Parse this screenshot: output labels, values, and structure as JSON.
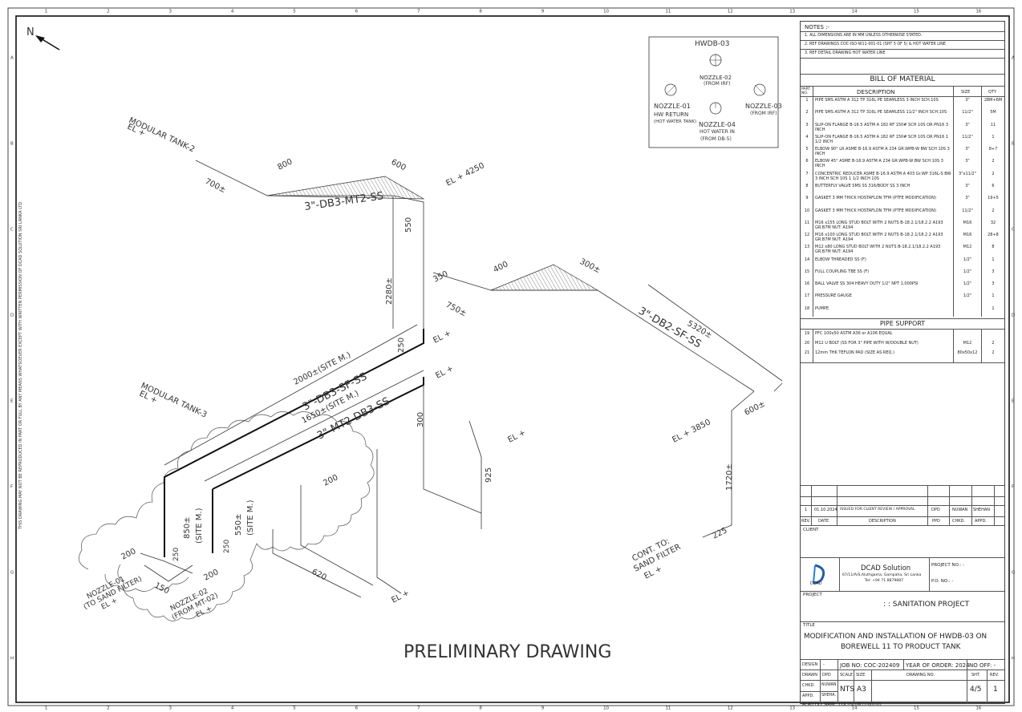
{
  "north": {
    "label": "N"
  },
  "grid": {
    "cols": [
      "1",
      "2",
      "3",
      "4",
      "5",
      "6",
      "7",
      "8",
      "9",
      "10",
      "11",
      "12",
      "13",
      "14",
      "15",
      "16"
    ],
    "rows": [
      "A",
      "B",
      "C",
      "D",
      "E",
      "F",
      "G",
      "H"
    ]
  },
  "side_note": "THIS DRAWING MAY NOT BE REPRODUCED IN PART OR FULL BY ANY MEANS WHATSOEVER EXCEPT WITH WRITTEN PERMISSION OF DCAD SOLUTION SRI LANKA LTD.",
  "hwdb": {
    "title": "HWDB-03",
    "n01": [
      "NOZZLE-01",
      "HW RETURN",
      "(HOT WATER TANK)"
    ],
    "n02": [
      "NOZZLE-02",
      "(FROM IRF)"
    ],
    "n03": [
      "NOZZLE-03",
      "(FROM IRF)"
    ],
    "n04": [
      "NOZZLE-04",
      "HOT WATER IN",
      "(FROM DB-5)"
    ]
  },
  "drawing": {
    "pipe1": "3\"-DB3-MT2-SS",
    "pipe2": "3\"-DB3-SF-SS",
    "pipe3": "3\"-MT2-DB3-SS",
    "pipe4": "3\"-DB2-SF-SS",
    "tank2": "MODULAR TANK-2",
    "tank3": "MODULAR TANK-3",
    "el_plus": "EL +",
    "el4250": "EL + 4250",
    "el3850": "EL + 3850",
    "noz1": [
      "NOZZLE-01",
      "(TO SAND FILTER)",
      "EL +"
    ],
    "noz2": [
      "NOZZLE-02",
      "(FROM MT-02)",
      "EL +"
    ],
    "cont": [
      "CONT. TO:",
      "SAND FILTER",
      "EL +"
    ],
    "dims": {
      "d800": "800",
      "d600a": "600",
      "d700": "700±",
      "d550": "550",
      "d2280": "2280±",
      "d400": "400",
      "d300": "300±",
      "d350": "350",
      "d750": "750±",
      "d5320": "5320±",
      "d250a": "250",
      "d2000": "2000±(SITE M.)",
      "d1650": "1650±(SITE M.)",
      "d300b": "300",
      "d925": "925",
      "d600b": "600±",
      "d1720": "1720±",
      "d225": "225",
      "d620": "620",
      "d200a": "200",
      "d150": "150",
      "d250b": "250",
      "d850": "850±",
      "siteM1": "(SITE M.)",
      "d250c": "250",
      "d550b": "550±",
      "siteM2": "(SITE M.)",
      "d200b": "200",
      "d200c": "200"
    },
    "preliminary": "PRELIMINARY DRAWING"
  },
  "notes": {
    "title": "NOTES :-",
    "items": [
      "1. ALL DIMENSIONS ARE IN MM UNLESS OTHERWISE STATED.",
      "2. REF DRAWINGS COC-ISO-W11-001-01 (SHT 5 OF 5) & HOT WATER LINE",
      "3. REF DETAIL DRAWING HOT WATER LINE"
    ]
  },
  "bom": {
    "title": "BILL OF MATERIAL",
    "headers": [
      "PART NO.",
      "DESCRIPTION",
      "SIZE",
      "QTY"
    ],
    "rows": [
      [
        "1",
        "PIPE SMS ASTM A 312 TP 316L PE SEAMLESS 3 INCH SCH.10S",
        "3\"",
        "28M+6M"
      ],
      [
        "2",
        "PIPE SMS ASTM A 312 TP 316L PE SEAMLESS 11/2\" INCH SCH.10S",
        "11/2\"",
        "5M"
      ],
      [
        "3",
        "SLIP-ON FLANGE B-16.5 ASTM A 182 RF 150# SCH 10S OR PN16 3 INCH",
        "3\"",
        "11"
      ],
      [
        "4",
        "SLIP-ON FLANGE B-16.5 ASTM A 182 RF 150# SCH 10S OR PN16 1 1/2 INCH",
        "11/2\"",
        "1"
      ],
      [
        "5",
        "ELBOW 90° LR ASME B-16.9 ASTM A 234 GR.WPB-W BW SCH 10S 3 INCH",
        "3\"",
        "8+7"
      ],
      [
        "6",
        "ELBOW 45° ASME B-16.9 ASTM A 234 GR.WPB-W BW SCH 10S 3 INCH",
        "3\"",
        "2"
      ],
      [
        "7",
        "CONCENTRIC REDUCER ASME B-16.9 ASTM A 403 Gr.WP 316L-S BW 3 INCH SCH 10S 1 1/2 INCH 10S",
        "3\"x11/2\"",
        "2"
      ],
      [
        "8",
        "BUTTERFLY VALVE SMS SS 316/BODY SS 3 INCH",
        "3\"",
        "6"
      ],
      [
        "9",
        "GASKET 3 MM THICK HOSTAFLON TFM (PTFE MODIFICATION)",
        "3\"",
        "19+5"
      ],
      [
        "10",
        "GASKET 3 MM THICK HOSTAFLON TFM (PTFE MODIFICATION)",
        "11/2\"",
        "2"
      ],
      [
        "11",
        "M16 x155 LONG STUD BOLT WITH 2 NUTS B-18.2.1/18.2.2 A193 GR.B7M NUT: A194",
        "M16",
        "32"
      ],
      [
        "12",
        "M16 x100 LONG STUD BOLT WITH 2 NUTS B-18.2.1/18.2.2 A193 GR.B7M NUT: A194",
        "M16",
        "28+8"
      ],
      [
        "13",
        "M12 x80 LONG STUD BOLT WITH 2 NUTS B-18.2.1/18.2.2 A193 GR.B7M NUT: A194",
        "M12",
        "8"
      ],
      [
        "14",
        "ELBOW THREADED SS (F)",
        "1/2\"",
        "1"
      ],
      [
        "15",
        "FULL COUPLING TBE SS (F)",
        "1/2\"",
        "3"
      ],
      [
        "16",
        "BALL VALVE SS 304 HEAVY DUTY 1/2\" NPT 1,000PSI",
        "1/2\"",
        "3"
      ],
      [
        "17",
        "PRESSURE GAUGE",
        "1/2\"",
        "1"
      ],
      [
        "18",
        "PUMPE",
        "",
        "1"
      ]
    ]
  },
  "pipe_support": {
    "title": "PIPE SUPPORT",
    "rows": [
      [
        "19",
        "PFC 100x50 ASTM A36 or A106 EQUAL",
        "",
        ""
      ],
      [
        "20",
        "M12 U BOLT (SS FOR 3\" PIPE WITH W/DOUBLE NUT)",
        "M12",
        "2"
      ],
      [
        "21",
        "12mm THK TEFLON PAD (SIZE AS REQ.)",
        "80x50x12",
        "2"
      ]
    ]
  },
  "revision": {
    "row": [
      "1",
      "01.10.2024",
      "ISSUED FOR CLIENT REVIEW / APPROVAL",
      "DPD",
      "NUWAN",
      "SHEHAN"
    ],
    "headers": [
      "REV.",
      "DATE",
      "DESCRIPTION",
      "PPD",
      "CHKD.",
      "APPD."
    ]
  },
  "client": {
    "label": "CLIENT"
  },
  "company": {
    "name": "DCAD Solution",
    "address": "67/11/A/S,Aluthgama, Gampaha, Sri Lanka",
    "tel": "Tel: +94 71 8879887",
    "logo_text": "DCAD",
    "project_no_label": "PROJECT NO.: -",
    "po_no_label": "P.O. NO.: -"
  },
  "project": {
    "label": "PROJECT",
    "name": ": : SANITATION PROJECT"
  },
  "title_block": {
    "label": "TITLE",
    "line1": "MODIFICATION AND INSTALLATION OF HWDB-03 ON",
    "line2": "BOREWELL 11 TO PRODUCT TANK"
  },
  "bottom": {
    "design_label": "DESIGN",
    "design_val": "-",
    "drawn_label": "DRAWN",
    "drawn_val": "DPD",
    "chkd_label": "CHKD.",
    "chkd_val": "NUWAN",
    "appd_label": "APPD.",
    "appd_val": "SHEHA.",
    "job_no": "JOB NO: COC-202409",
    "year": "YEAR OF ORDER: 2024",
    "no_off": "NO OFF: -",
    "scale_label": "SCALE",
    "size_label": "SIZE",
    "dwg_label": "DRAWING NO.",
    "sht_label": "SHT.",
    "rev_label": "REV.",
    "scale_val": "NTS",
    "size_val": "A3",
    "sht_val": "4/5",
    "rev_val": "1",
    "acad": "ACAD FILE NAME: COC-ISO-W11-001-01"
  }
}
